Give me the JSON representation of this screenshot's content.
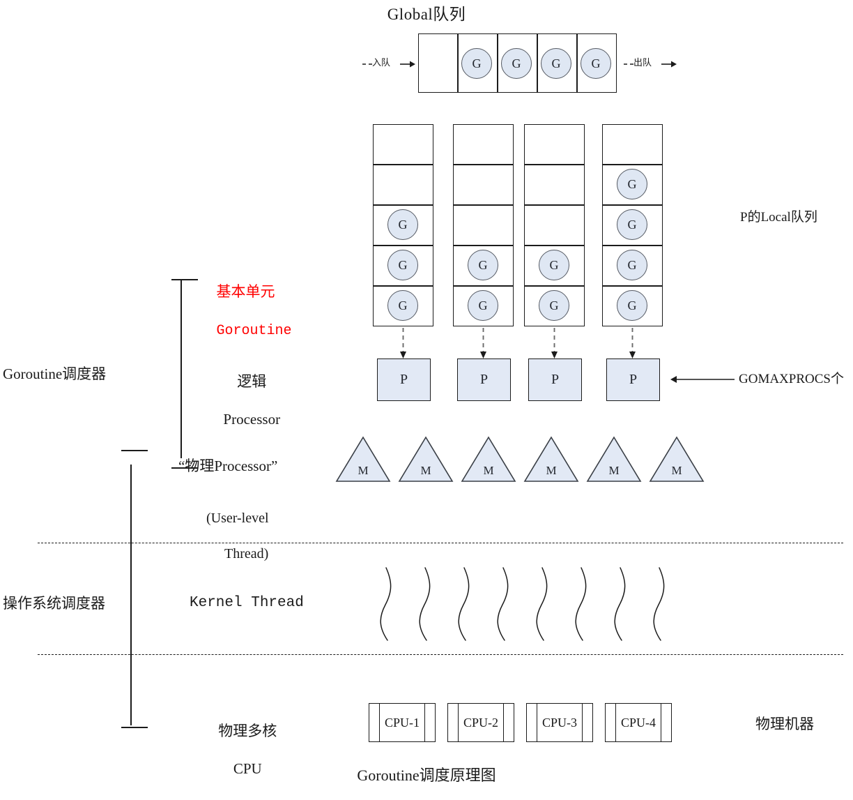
{
  "titles": {
    "global_queue": "Global队列",
    "caption": "Goroutine调度原理图"
  },
  "global_queue": {
    "enqueue_label": "入队",
    "dequeue_label": "出队",
    "cells": [
      "",
      "G",
      "G",
      "G",
      "G"
    ]
  },
  "local_queues": {
    "right_label": "P的Local队列",
    "columns": [
      {
        "cells": [
          "",
          "",
          "G",
          "G",
          "G"
        ]
      },
      {
        "cells": [
          "",
          "",
          "",
          "G",
          "G"
        ]
      },
      {
        "cells": [
          "",
          "",
          "",
          "G",
          "G"
        ]
      },
      {
        "cells": [
          "",
          "G",
          "G",
          "G",
          "G"
        ]
      }
    ]
  },
  "processors": {
    "label_line1": "逻辑",
    "label_line2": "Processor",
    "boxes": [
      "P",
      "P",
      "P",
      "P"
    ],
    "right_label": "GOMAXPROCS个"
  },
  "machines": {
    "label": "“物理Processor”",
    "sub_line1": "(User-level",
    "sub_line2": "Thread)",
    "triangles": [
      "M",
      "M",
      "M",
      "M",
      "M",
      "M"
    ]
  },
  "goroutine_unit": {
    "line1": "基本单元",
    "line2": "Goroutine",
    "color": "#ff0000"
  },
  "schedulers": {
    "goroutine_scheduler": "Goroutine调度器",
    "os_scheduler": "操作系统调度器"
  },
  "kernel": {
    "label": "Kernel Thread",
    "thread_count": 8
  },
  "cpu": {
    "label_line1": "物理多核",
    "label_line2": "CPU",
    "cores": [
      "CPU-1",
      "CPU-2",
      "CPU-3",
      "CPU-4"
    ],
    "right_label": "物理机器"
  },
  "colors": {
    "fill_g": "#dfe7f3",
    "fill_p": "#e2e9f5",
    "fill_m": "#e2e9f5",
    "stroke": "#1b1b1b",
    "accent_red": "#ff0000",
    "dashed_arrow": "#6b6b6b"
  }
}
